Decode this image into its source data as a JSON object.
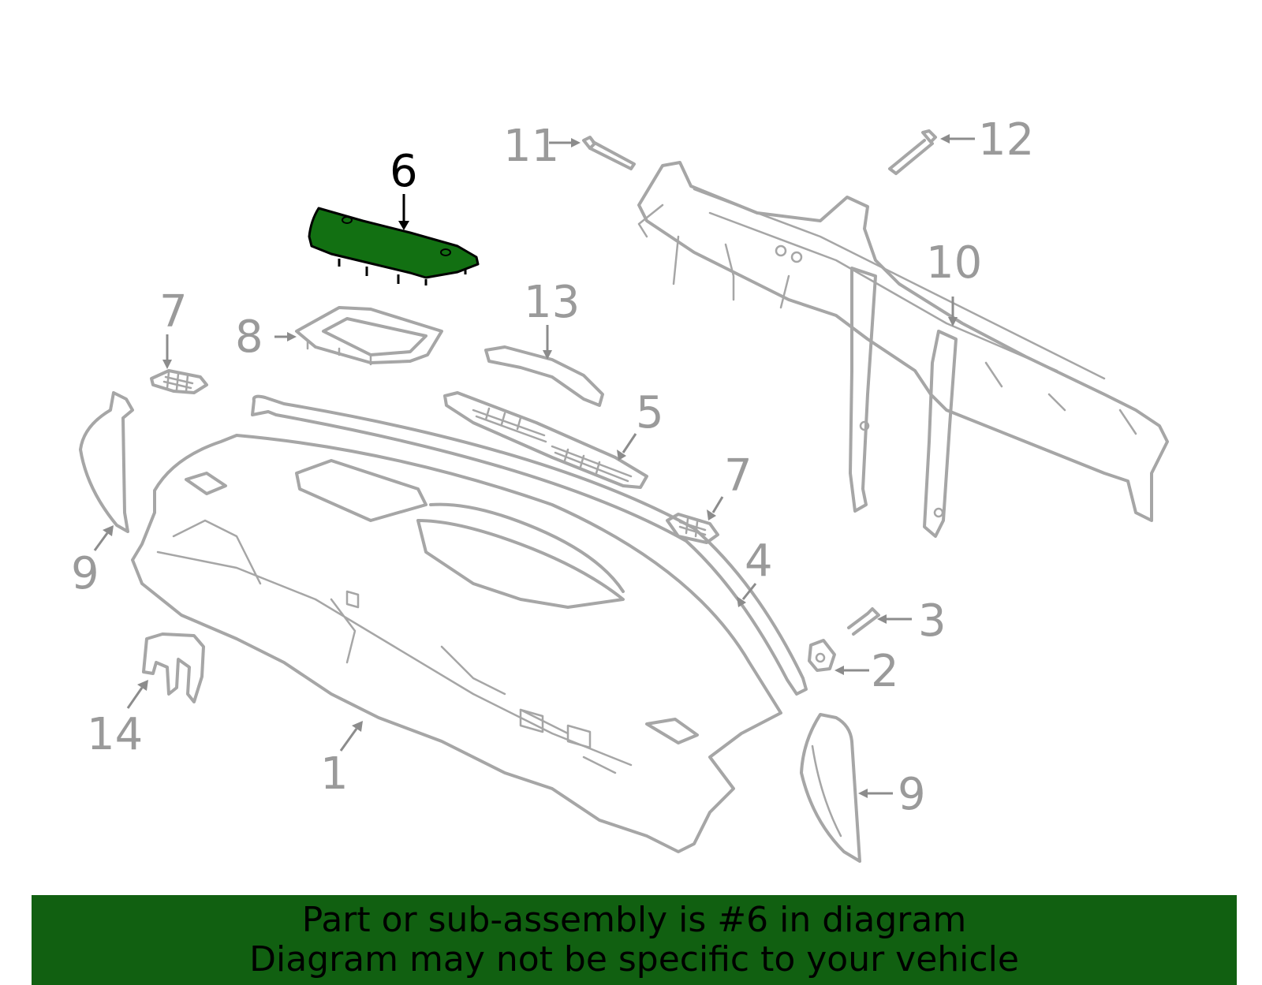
{
  "diagram": {
    "highlight_color": "#127012",
    "part_color": "#a6a6a6",
    "callouts": [
      {
        "id": "1",
        "label": "1"
      },
      {
        "id": "2",
        "label": "2"
      },
      {
        "id": "3",
        "label": "3"
      },
      {
        "id": "4",
        "label": "4"
      },
      {
        "id": "5",
        "label": "5"
      },
      {
        "id": "6",
        "label": "6",
        "highlighted": true
      },
      {
        "id": "7a",
        "label": "7"
      },
      {
        "id": "7b",
        "label": "7"
      },
      {
        "id": "8",
        "label": "8"
      },
      {
        "id": "9a",
        "label": "9"
      },
      {
        "id": "9b",
        "label": "9"
      },
      {
        "id": "10",
        "label": "10"
      },
      {
        "id": "11",
        "label": "11"
      },
      {
        "id": "12",
        "label": "12"
      },
      {
        "id": "13",
        "label": "13"
      },
      {
        "id": "14",
        "label": "14"
      }
    ]
  },
  "banner": {
    "background": "#116011",
    "line1": "Part or sub-assembly is #6 in diagram",
    "line2": "Diagram may not be specific to your vehicle"
  }
}
